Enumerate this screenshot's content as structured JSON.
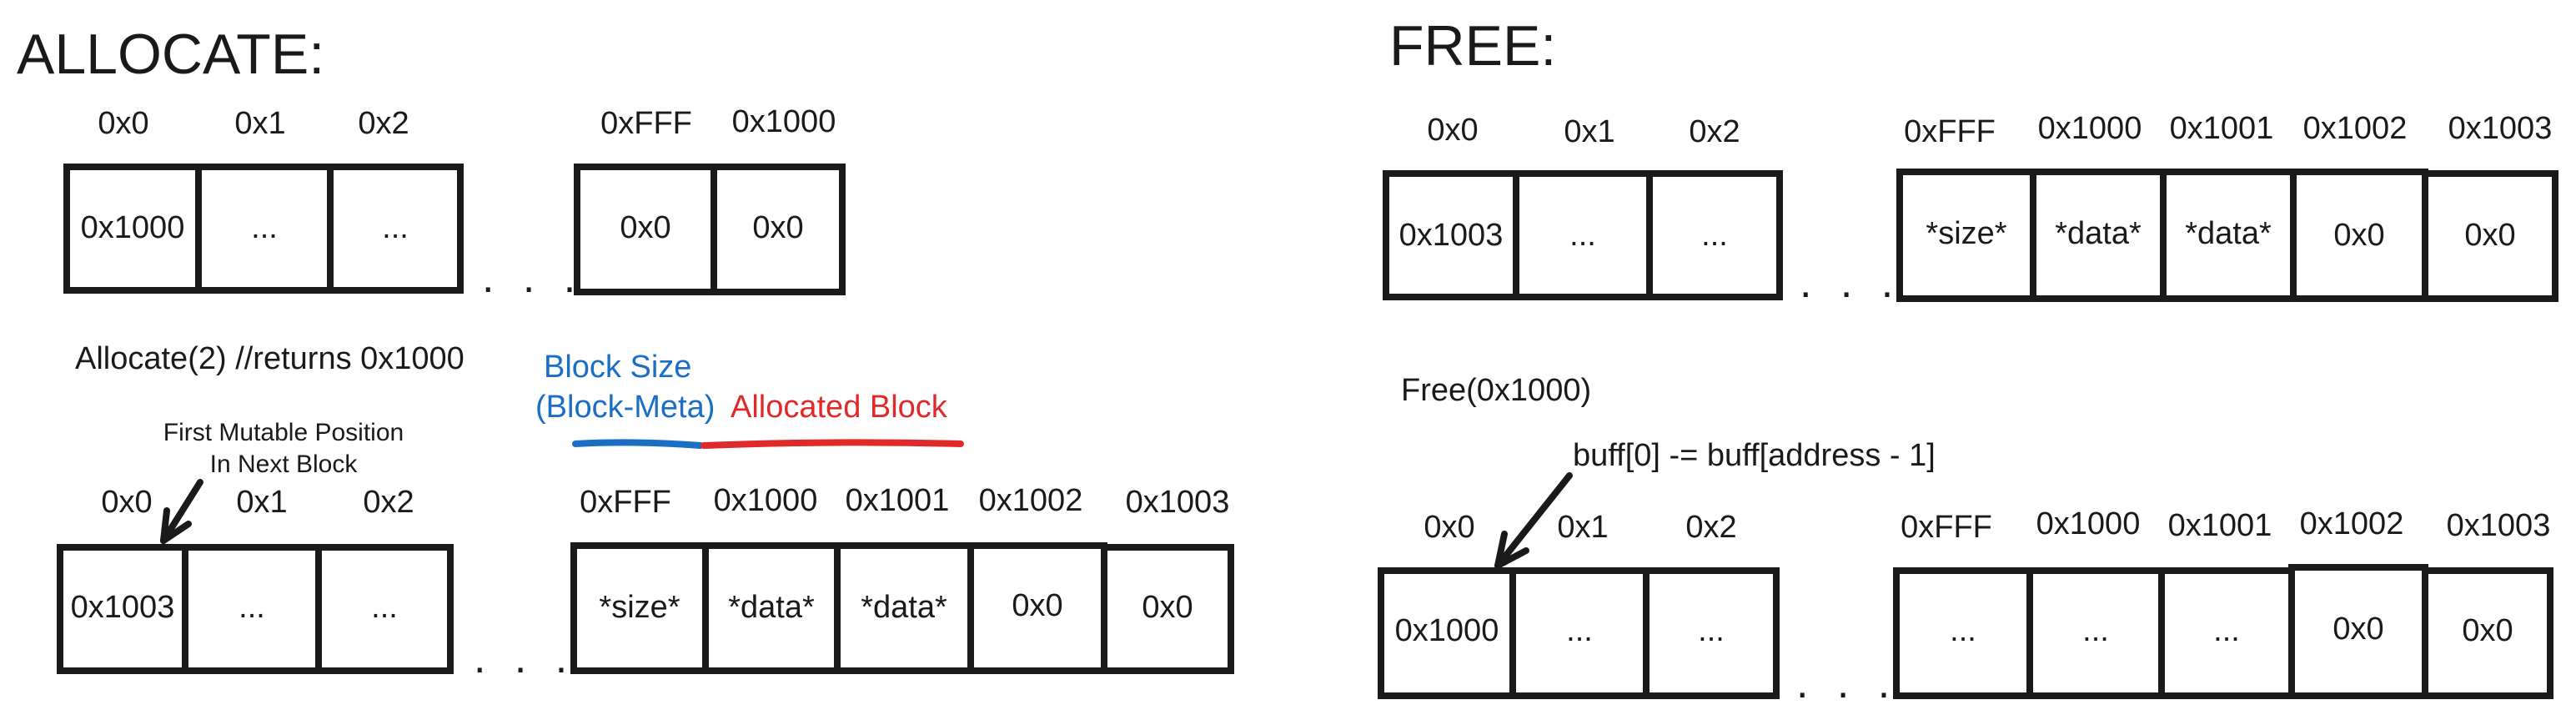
{
  "allocate": {
    "title": "ALLOCATE:",
    "top_row": {
      "addresses": [
        "0x0",
        "0x1",
        "0x2",
        "0xFFF",
        "0x1000"
      ],
      "values": [
        "0x1000",
        "...",
        "...",
        "0x0",
        "0x0"
      ],
      "ellipsis": ". . ."
    },
    "call": "Allocate(2) //returns 0x1000",
    "annotation": {
      "line1": "First Mutable Position",
      "line2": "In Next Block"
    },
    "legend": {
      "block_size_line1": "Block Size",
      "block_size_line2": "(Block-Meta)",
      "allocated_block": "Allocated Block",
      "block_size_color": "#1a6fc4",
      "allocated_color": "#e02a2a"
    },
    "bottom_row": {
      "addresses": [
        "0x0",
        "0x1",
        "0x2",
        "0xFFF",
        "0x1000",
        "0x1001",
        "0x1002",
        "0x1003"
      ],
      "values": [
        "0x1003",
        "...",
        "...",
        "*size*",
        "*data*",
        "*data*",
        "0x0",
        "0x0"
      ],
      "ellipsis": ". . ."
    }
  },
  "free": {
    "title": "FREE:",
    "top_row": {
      "addresses": [
        "0x0",
        "0x1",
        "0x2",
        "0xFFF",
        "0x1000",
        "0x1001",
        "0x1002",
        "0x1003"
      ],
      "values": [
        "0x1003",
        "...",
        "...",
        "*size*",
        "*data*",
        "*data*",
        "0x0",
        "0x0"
      ],
      "ellipsis": ". . ."
    },
    "call": "Free(0x1000)",
    "annotation": "buff[0] -= buff[address - 1]",
    "bottom_row": {
      "addresses": [
        "0x0",
        "0x1",
        "0x2",
        "0xFFF",
        "0x1000",
        "0x1001",
        "0x1002",
        "0x1003"
      ],
      "values": [
        "0x1000",
        "...",
        "...",
        "...",
        "...",
        "...",
        "0x0",
        "0x0"
      ],
      "ellipsis": ". . ."
    }
  }
}
